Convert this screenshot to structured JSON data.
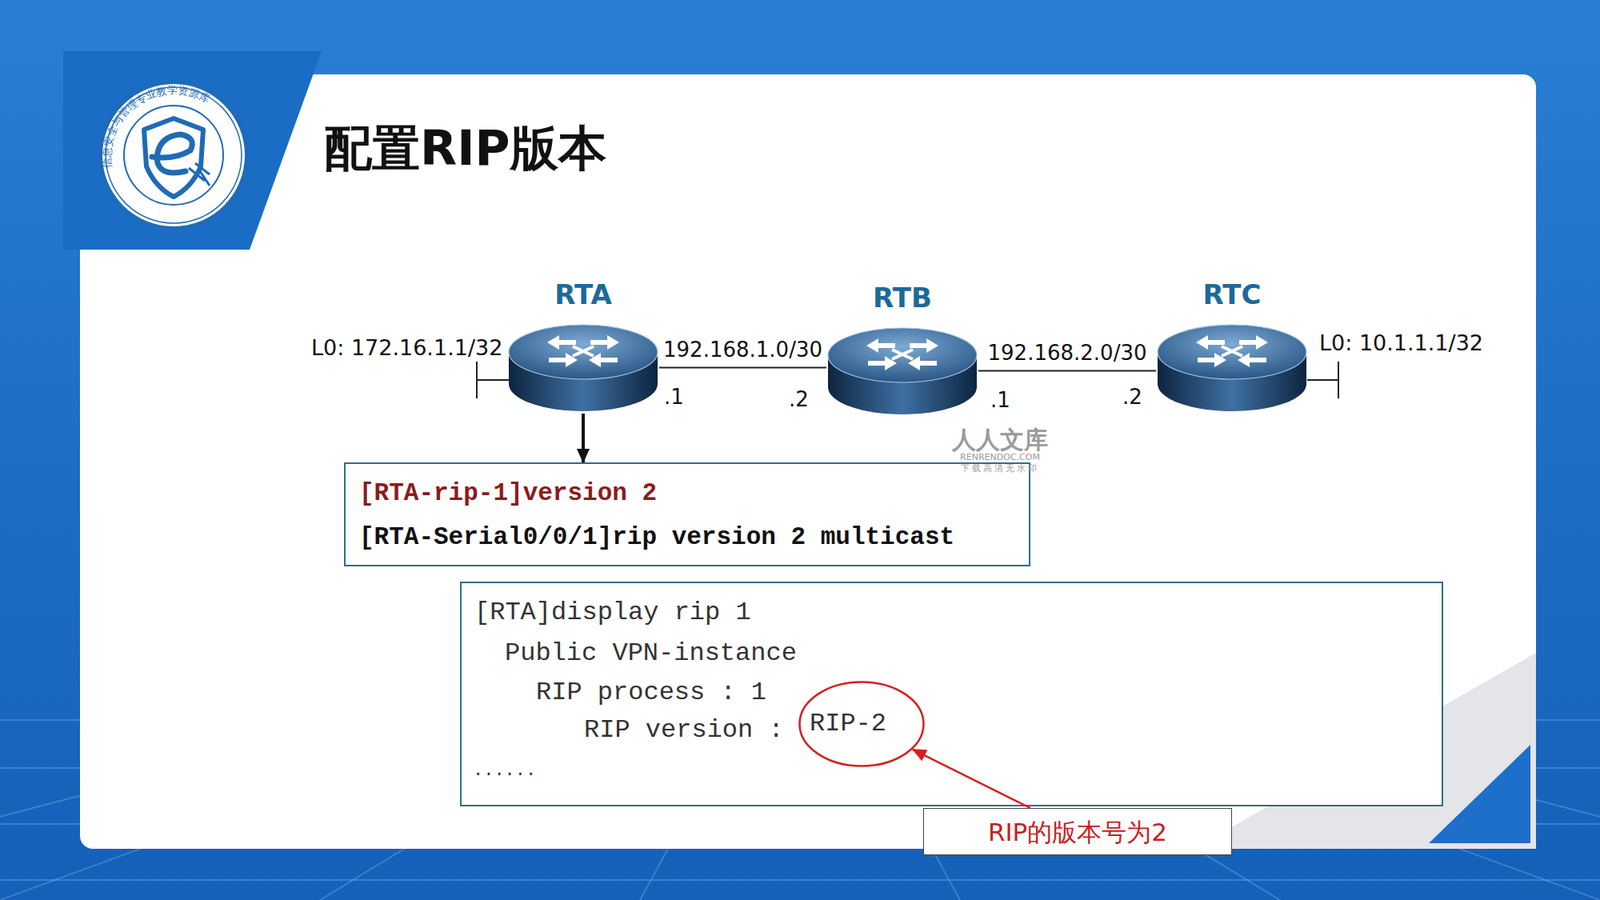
{
  "diagram": {
    "title": "配置RIP版本",
    "nodes": [
      {
        "text": [
          "RTA"
        ]
      },
      {
        "text": [
          "RTB"
        ]
      },
      {
        "text": [
          "RTC"
        ]
      },
      {
        "text": [
          "[RTA-rip-1]version 2",
          "[RTA-Serial0/0/1]rip version 2 multicast"
        ]
      },
      {
        "text": [
          "[RTA]display rip 1",
          "Public VPN-instance",
          "RIP process : 1",
          "RIP version :",
          "......"
        ]
      },
      {
        "text": [
          "RIP-2"
        ],
        "in": 4
      },
      {
        "text": [
          "RIP的版本号为2"
        ]
      }
    ],
    "edges": [
      {
        "from": 0,
        "to": 1,
        "arrow": "none",
        "label": "192.168.1.0/30"
      },
      {
        "from": 1,
        "to": 2,
        "arrow": "none",
        "label": "192.168.2.0/30"
      },
      {
        "from": 0,
        "to": 3,
        "arrow": "to"
      },
      {
        "from": 6,
        "to": 5,
        "arrow": "to"
      }
    ],
    "labels": [
      "L0: 172.16.1.1/32",
      "L0: 10.1.1.1/32",
      ".1",
      ".2",
      ".1",
      ".2",
      "人人文库",
      "RENRENDOC.COM",
      "下载高清无水印",
      "信息安全与管理专业教学资源库"
    ]
  }
}
